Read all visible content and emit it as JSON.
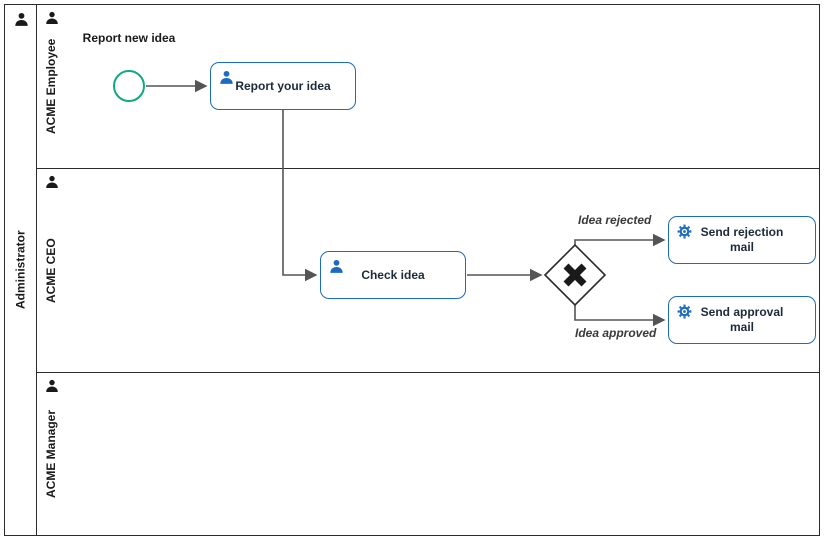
{
  "pool": {
    "label": "Administrator",
    "icon": "person-icon"
  },
  "lanes": [
    {
      "label": "ACME Employee",
      "icon": "person-icon"
    },
    {
      "label": "ACME CEO",
      "icon": "person-icon"
    },
    {
      "label": "ACME Manager",
      "icon": "person-icon"
    }
  ],
  "elements": {
    "start_event": {
      "type": "start-event",
      "label": "Report new idea"
    },
    "task_report": {
      "type": "user-task",
      "label": "Report your idea",
      "icon": "user-icon"
    },
    "task_check": {
      "type": "user-task",
      "label": "Check idea",
      "icon": "user-icon"
    },
    "gateway": {
      "type": "exclusive-gateway",
      "marker": "x-marker-icon"
    },
    "task_reject": {
      "type": "service-task",
      "label": "Send rejection mail",
      "icon": "gear-icon"
    },
    "task_approve": {
      "type": "service-task",
      "label": "Send approval mail",
      "icon": "gear-icon"
    }
  },
  "flows": {
    "rejected": {
      "label": "Idea rejected"
    },
    "approved": {
      "label": "Idea approved"
    }
  },
  "colors": {
    "task_border": "#1d6bc0",
    "task_icon": "#1d6bc0",
    "start_event": "#10a881",
    "connector": "#555555",
    "pool_border": "#2b2b2b",
    "gateway_marker": "#1a1a1a"
  }
}
